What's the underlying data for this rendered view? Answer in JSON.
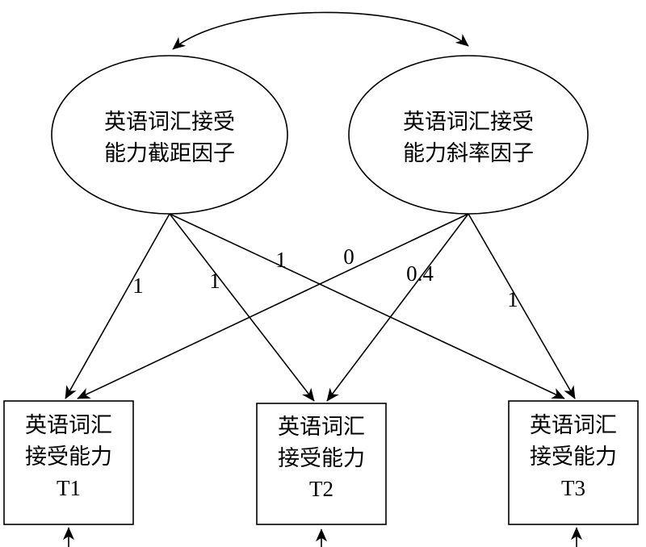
{
  "diagram": {
    "latent": [
      {
        "id": "intercept-factor",
        "lines": [
          "英语词汇接受",
          "能力截距因子"
        ]
      },
      {
        "id": "slope-factor",
        "lines": [
          "英语词汇接受",
          "能力斜率因子"
        ]
      }
    ],
    "observed": [
      {
        "id": "t1",
        "lines": [
          "英语词汇",
          "接受能力",
          "T1"
        ]
      },
      {
        "id": "t2",
        "lines": [
          "英语词汇",
          "接受能力",
          "T2"
        ]
      },
      {
        "id": "t3",
        "lines": [
          "英语词汇",
          "接受能力",
          "T3"
        ]
      }
    ],
    "loadings": {
      "intercept": [
        "1",
        "1",
        "1"
      ],
      "slope": [
        "0",
        "0.4",
        "1"
      ]
    },
    "colors": {
      "stroke": "#000000",
      "background": "#ffffff"
    }
  }
}
